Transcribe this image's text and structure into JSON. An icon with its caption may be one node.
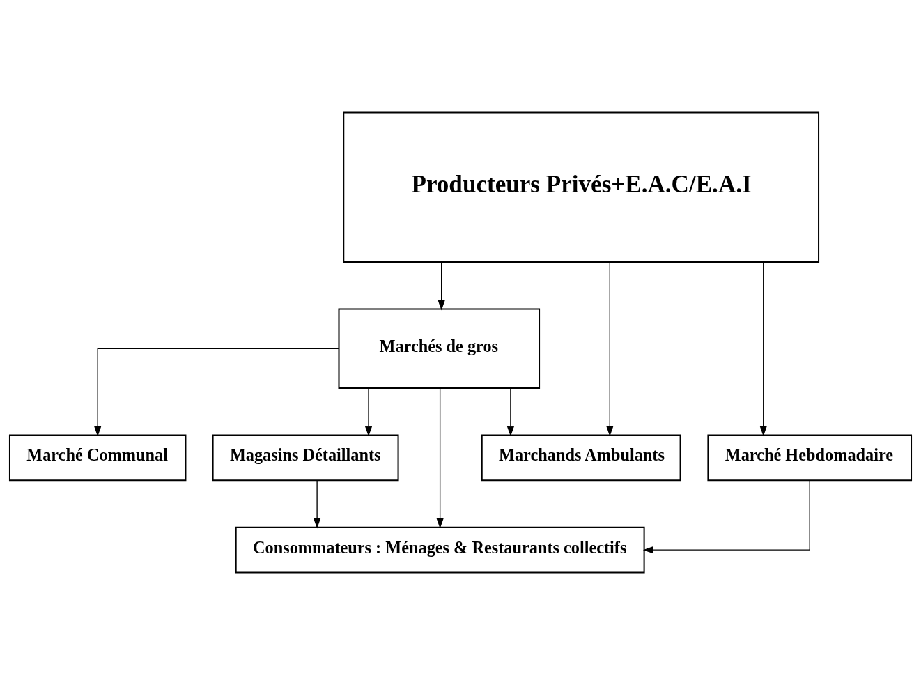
{
  "diagram": {
    "nodes": [
      {
        "text": [
          "Producteurs Privés+E.A.C/E.A.I"
        ]
      },
      {
        "text": [
          "Marchés de gros"
        ]
      },
      {
        "text": [
          "Marché Hebdomadaire"
        ]
      },
      {
        "text": [
          "Marchands Ambulants"
        ]
      },
      {
        "text": [
          "Marché Communal"
        ]
      },
      {
        "text": [
          "Magasins Détaillants"
        ]
      },
      {
        "text": [
          "Consommateurs : Ménages & Restaurants collectifs"
        ]
      }
    ],
    "edges": [
      {
        "from": 0,
        "to": 2,
        "arrow": "to"
      },
      {
        "from": 0,
        "to": 3,
        "arrow": "to"
      },
      {
        "from": 0,
        "to": 1,
        "arrow": "to"
      },
      {
        "from": 1,
        "to": 3,
        "arrow": "to"
      },
      {
        "from": 1,
        "to": 6,
        "arrow": "to"
      },
      {
        "from": 1,
        "to": 4,
        "arrow": "to"
      },
      {
        "from": 1,
        "to": 5,
        "arrow": "to"
      },
      {
        "from": 2,
        "to": 6,
        "arrow": "to"
      },
      {
        "from": 5,
        "to": 6,
        "arrow": "to"
      }
    ]
  }
}
